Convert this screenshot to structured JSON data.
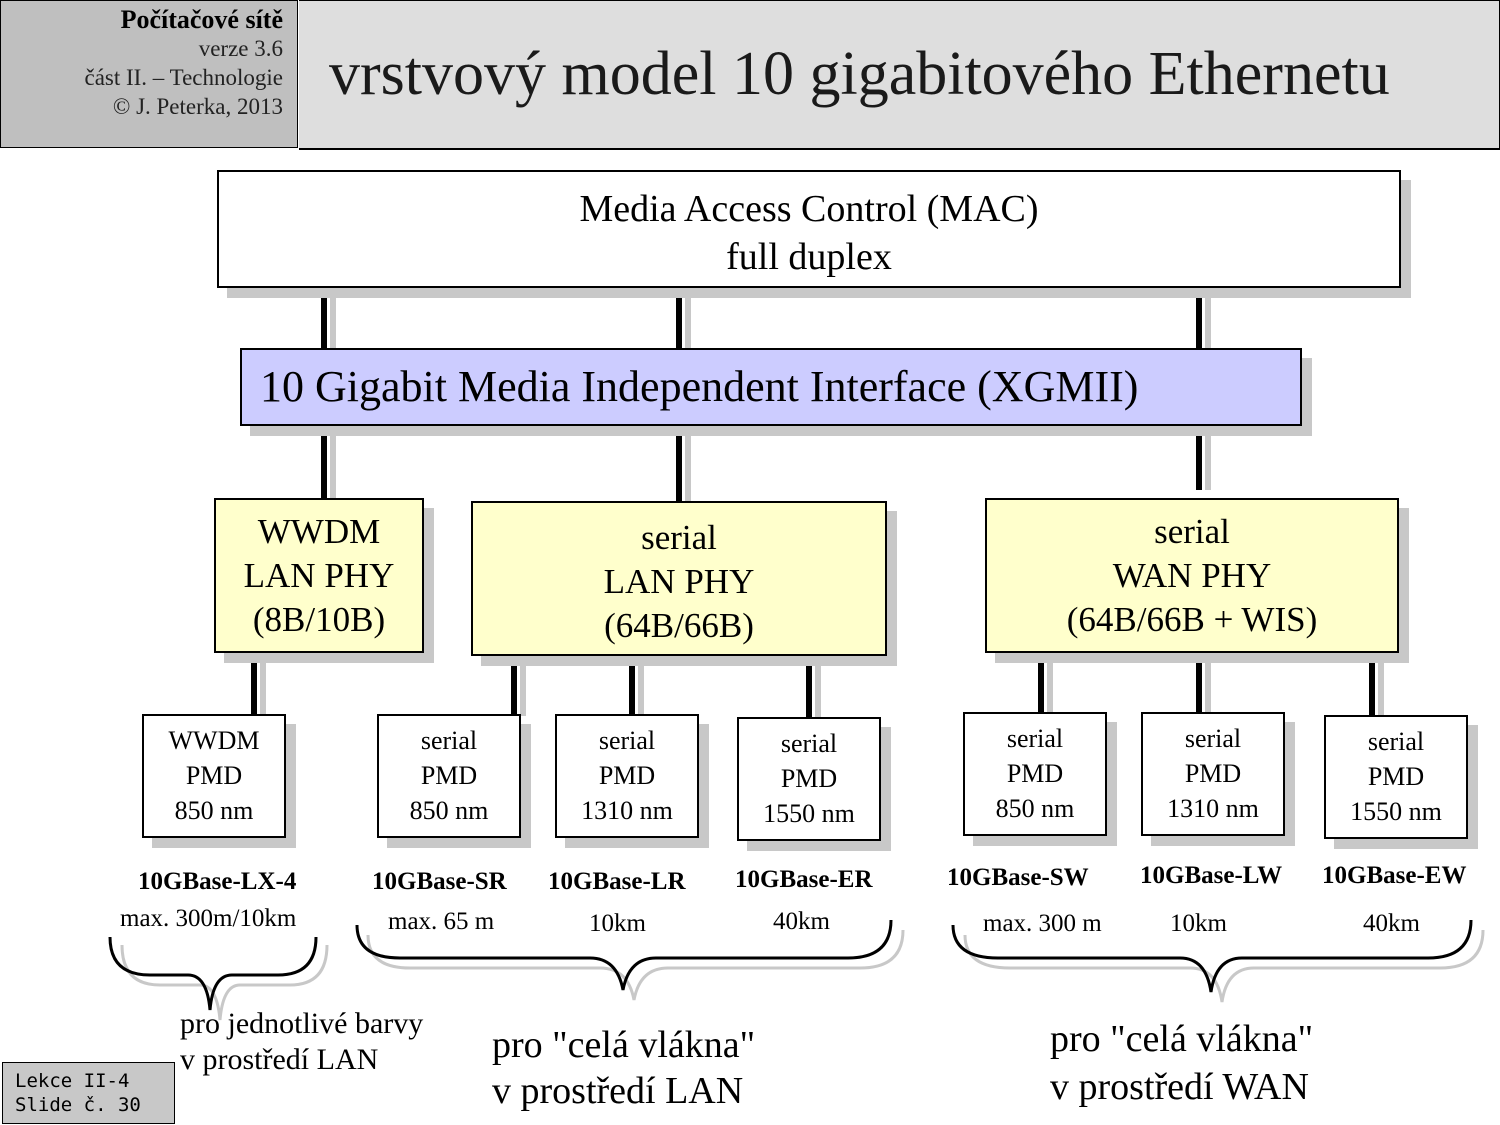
{
  "header": {
    "course": "Počítačové sítě",
    "version": "verze 3.6",
    "part": "část  II. – Technologie",
    "copyright": "© J. Peterka, 2013",
    "title": "vrstvový model 10 gigabitového Ethernetu"
  },
  "mac": {
    "line1": "Media Access Control (MAC)",
    "line2": "full duplex"
  },
  "xgmii": {
    "label": "10 Gigabit Media Independent Interface (XGMII)"
  },
  "phy": [
    {
      "l1": "WWDM",
      "l2": "LAN PHY",
      "l3": "(8B/10B)"
    },
    {
      "l1": "serial",
      "l2": "LAN PHY",
      "l3": "(64B/66B)"
    },
    {
      "l1": "serial",
      "l2": "WAN PHY",
      "l3": "(64B/66B + WIS)"
    }
  ],
  "pmd": [
    {
      "l1": "WWDM",
      "l2": "PMD",
      "l3": "850 nm"
    },
    {
      "l1": "serial",
      "l2": "PMD",
      "l3": "850 nm"
    },
    {
      "l1": "serial",
      "l2": "PMD",
      "l3": "1310 nm"
    },
    {
      "l1": "serial",
      "l2": "PMD",
      "l3": "1550 nm"
    },
    {
      "l1": "serial",
      "l2": "PMD",
      "l3": "850 nm"
    },
    {
      "l1": "serial",
      "l2": "PMD",
      "l3": "1310 nm"
    },
    {
      "l1": "serial",
      "l2": "PMD",
      "l3": "1550 nm"
    }
  ],
  "standards": [
    "10GBase-LX-4",
    "10GBase-SR",
    "10GBase-LR",
    "10GBase-ER",
    "10GBase-SW",
    "10GBase-LW",
    "10GBase-EW"
  ],
  "ranges": [
    "max. 300m/10km",
    "max. 65 m",
    "10km",
    "40km",
    "max. 300 m",
    "10km",
    "40km"
  ],
  "notes": {
    "wwdm": {
      "l1": "pro jednotlivé barvy",
      "l2": "v prostředí LAN"
    },
    "lan": {
      "l1": "pro \"celá vlákna\"",
      "l2": "v prostředí LAN"
    },
    "wan": {
      "l1": "pro \"celá vlákna\"",
      "l2": "v prostředí WAN"
    }
  },
  "footer": {
    "line1": "Lekce II-4",
    "line2": "Slide č. 30"
  },
  "colors": {
    "xgmii": "#ccccff",
    "phy": "#ffffcc",
    "header": "#bfbfbf",
    "title_bg": "#dedede",
    "shadow": "#c8c8c8"
  }
}
